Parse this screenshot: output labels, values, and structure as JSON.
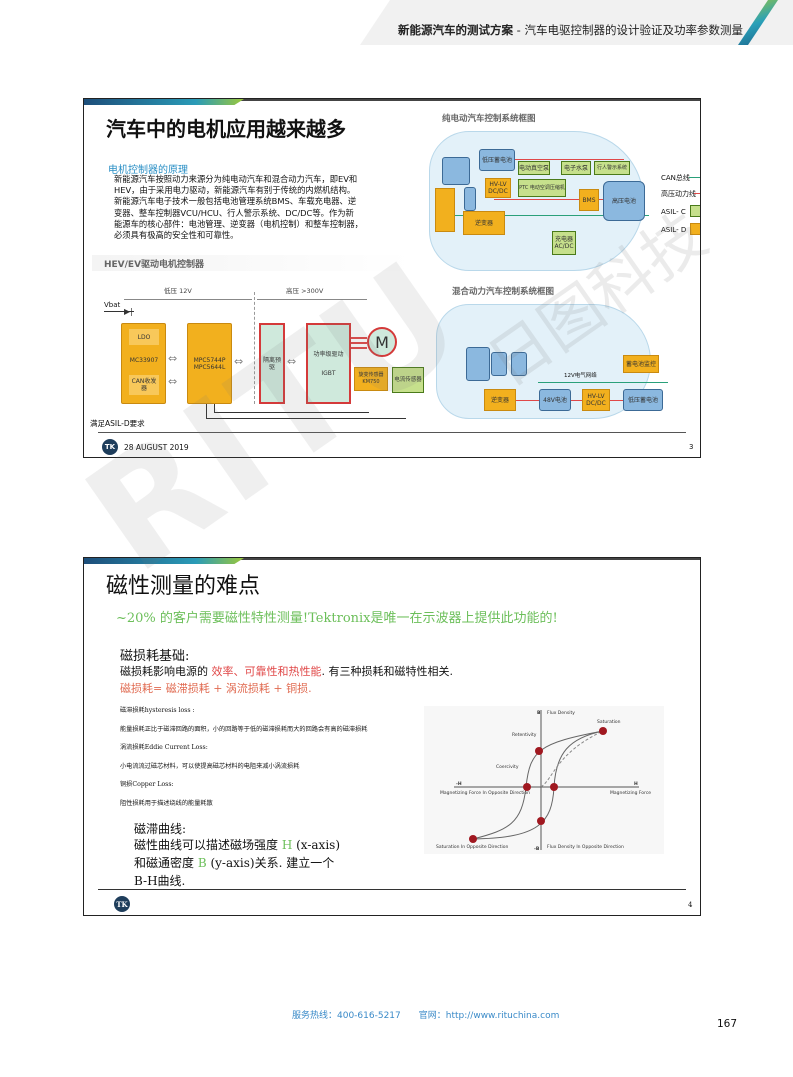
{
  "header": {
    "bold": "新能源汽车的测试方案",
    "rest": " - 汽车电驱控制器的设计验证及功率参数测量"
  },
  "slide1": {
    "title": "汽车中的电机应用越来越多",
    "subtitle": "电机控制器的原理",
    "body": [
      "新能源汽车按照动力来源分为纯电动汽车和混合动力汽车，即EV和",
      "HEV，由于采用电力驱动，新能源汽车有别于传统的内燃机结构。",
      "新能源汽车电子技术一般包括电池管理系统BMS、车载充电器、逆",
      "变器、整车控制器VCU/HCU、行人警示系统、DC/DC等。作为新",
      "能源车的核心部件：电池管理、逆变器（电机控制）和整车控制器，",
      "必须具有极高的安全性和可靠性。"
    ],
    "diagram_title": "HEV/EV驱动电机控制器",
    "low_voltage": "低压  12V",
    "high_voltage": "高压  >300V",
    "vbat": "Vbat",
    "ldo": "LDO",
    "mc": "MC33907",
    "can": "CAN收发器",
    "mpc": "MPC5744P MPC5644L",
    "iso": "隔离预驱",
    "igbt_a": "功率级驱动",
    "igbt_b": "IGBT",
    "motor": "M",
    "resolver_a": "旋变传感器",
    "resolver_b": "KM750",
    "current": "电流传感器",
    "asil": "满足ASIL-D要求",
    "date": "28 AUGUST 2019",
    "page": "3",
    "ev_title": "纯电动汽车控制系统框图",
    "ev": {
      "lv_batt": "低压蓄电池",
      "vac": "电动真空泵",
      "pump": "电子水泵",
      "warn": "行人警示系统",
      "dcdc": "HV-LV DC/DC",
      "ptc": "PTC 电动空调压缩机",
      "bms": "BMS",
      "hv_batt": "高压电池",
      "inverter": "逆变器",
      "charger": "充电器 AC/DC"
    },
    "legend": {
      "can": "CAN总线",
      "hv": "高压动力线",
      "asil_c": "ASIL- C",
      "asil_d": "ASIL- D"
    },
    "hev_title": "混合动力汽车控制系统框图",
    "hev": {
      "monitor": "蓄电池监控",
      "network": "12V电气网络",
      "inverter": "逆变器",
      "b48": "48V电池",
      "dcdc": "HV-LV DC/DC",
      "lv_batt": "低压蓄电池"
    }
  },
  "slide2": {
    "title": "磁性测量的难点",
    "highlight": "~20% 的客户需要磁性特性测量!Tektronix是唯一在示波器上提供此功能的!",
    "basics_title": "磁损耗基础:",
    "basics_pre": "磁损耗影响电源的 ",
    "basics_red": "效率、可靠性和热性能",
    "basics_post": ". 有三种损耗和磁特性相关.",
    "formula": "磁损耗= 磁滞损耗 + 涡流损耗 + 铜损.",
    "details": [
      "磁滞损耗hysteresis loss :",
      "能量损耗正比于磁滞回路的面积，小的回路等于低的磁滞损耗而大的回路会有高的磁滞损耗",
      "涡流损耗Eddie Current Loss:",
      "小电流流过磁芯材料，可以使提高磁芯材料的电阻来减小涡流损耗",
      "铜损Copper Loss:",
      "阻性损耗用于描述绕线的能量耗散"
    ],
    "curve_title": "磁滞曲线:",
    "curve_l1a": "磁性曲线可以描述磁场强度 ",
    "curve_l1h": "H",
    "curve_l1b": " (x-axis)",
    "curve_l2a": "和磁通密度 ",
    "curve_l2b": "B",
    "curve_l2c": " (y-axis)关系. 建立一个",
    "curve_l3": "B-H曲线.",
    "page": "4",
    "chart": {
      "b": "B",
      "flux": "Flux Density",
      "sat": "Saturation",
      "ret": "Retentivity",
      "coer": "Coercivity",
      "h": "H",
      "mh": "-H",
      "mf": "Magnetizing Force",
      "mfo": "Magnetizing Force In Opposite Direction",
      "mb": "-B",
      "fluxo": "Flux Density In Opposite Direction",
      "sato": "Saturation In Opposite Direction"
    }
  },
  "footer": {
    "hotline": "服务热线：400-616-5217",
    "site": "官网：http://www.rituchina.com",
    "page": "167"
  },
  "watermark": "RITU 日图科技",
  "logo": "TK",
  "colors": {
    "accent_blue": "#2a8fc5",
    "green": "#6cbf5a",
    "red": "#e04848"
  }
}
